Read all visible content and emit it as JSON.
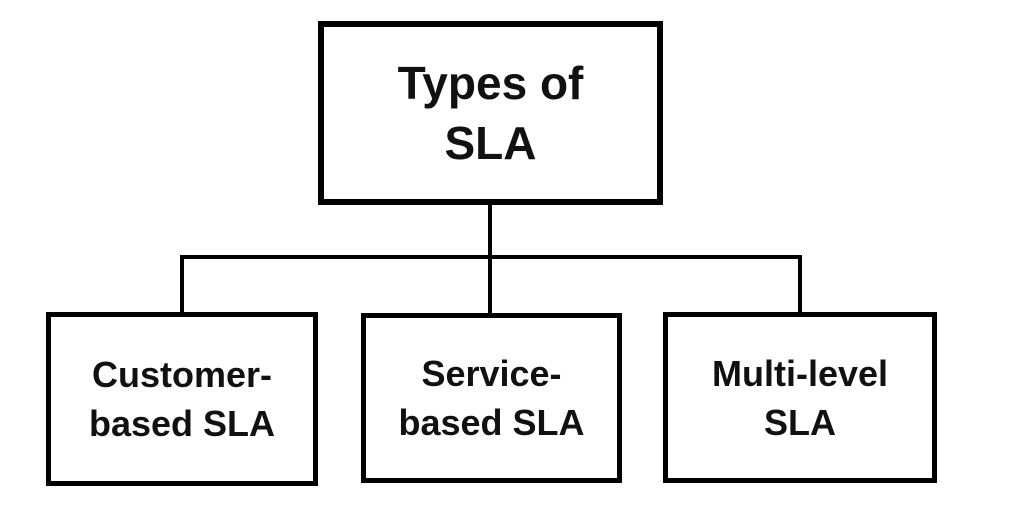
{
  "diagram": {
    "type": "org-chart",
    "title": "Types of SLA",
    "colors": {
      "background": "#ffffff",
      "box_background": "#ffffff",
      "line": "#000000",
      "text": "#111111"
    },
    "nodes": {
      "root": {
        "id": "types-of-sla",
        "label": "Types of SLA",
        "lines": [
          "Types of",
          "SLA"
        ]
      },
      "children": [
        {
          "id": "customer-based-sla",
          "label": "Customer-based SLA",
          "lines": [
            "Customer-",
            "based SLA"
          ]
        },
        {
          "id": "service-based-sla",
          "label": "Service-based SLA",
          "lines": [
            "Service-",
            "based SLA"
          ]
        },
        {
          "id": "multi-level-sla",
          "label": "Multi-level SLA",
          "lines": [
            "Multi-level",
            "SLA"
          ]
        }
      ]
    },
    "edges": [
      {
        "from": "types-of-sla",
        "to": "customer-based-sla"
      },
      {
        "from": "types-of-sla",
        "to": "service-based-sla"
      },
      {
        "from": "types-of-sla",
        "to": "multi-level-sla"
      }
    ]
  }
}
